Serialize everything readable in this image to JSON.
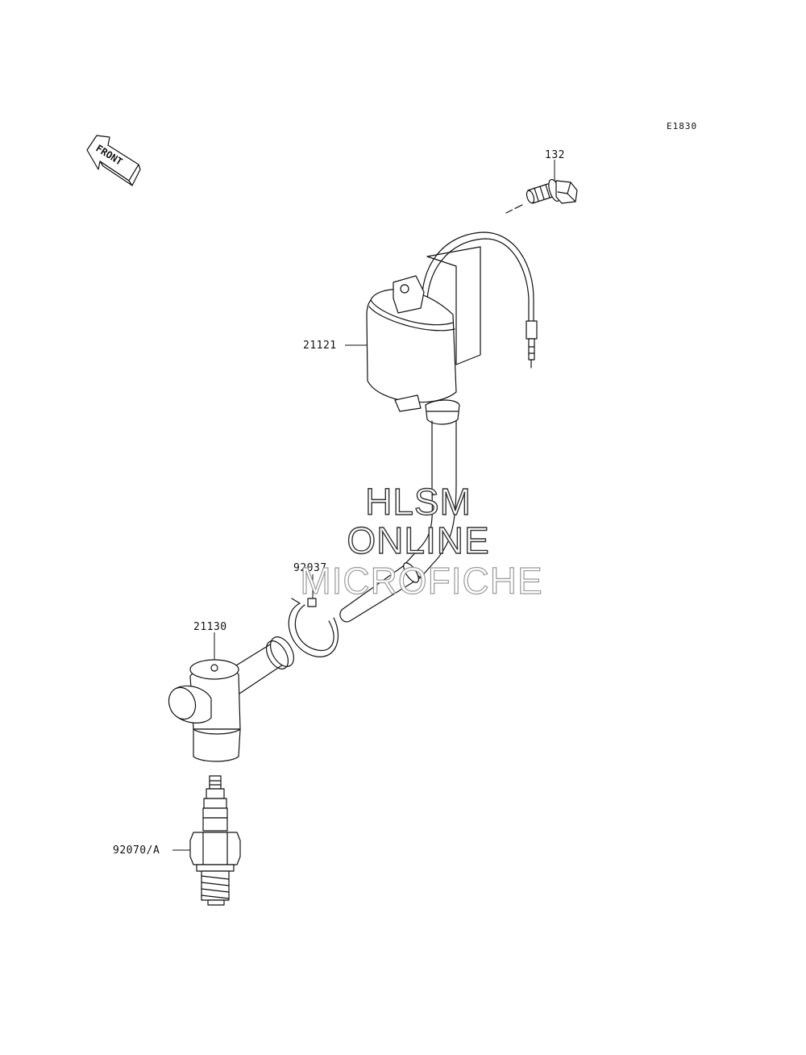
{
  "diagram_code": "E1830",
  "front_indicator": "FRONT",
  "parts": {
    "bolt": "132",
    "ignition_coil": "21121",
    "clamp": "92037",
    "plug_cap": "21130",
    "spark_plug": "92070/A"
  },
  "watermark": {
    "line1": "HLSM",
    "line2": "ONLINE",
    "line3": "MICROFICHE"
  }
}
